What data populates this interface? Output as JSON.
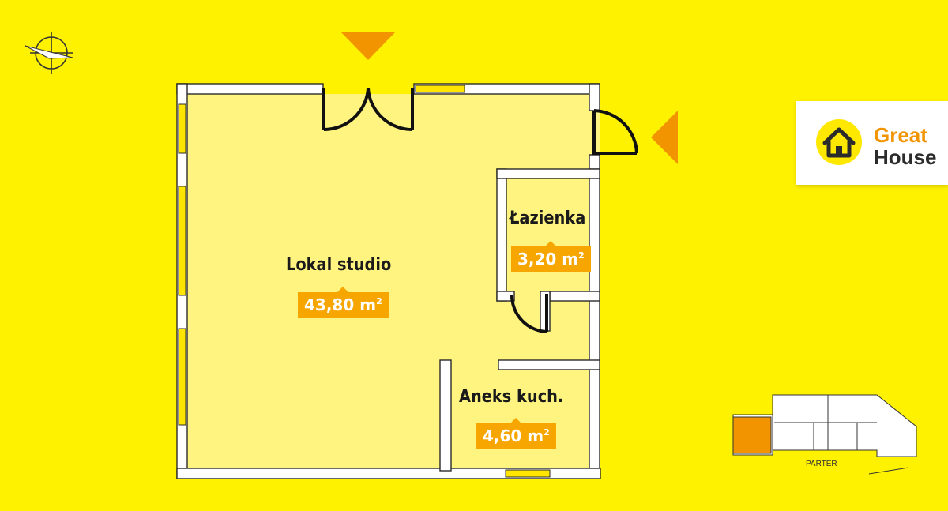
{
  "rooms": [
    {
      "name": "Lokal studio",
      "area": "43,80 m",
      "unit_sup": "2"
    },
    {
      "name": "Łazienka",
      "area": "3,20 m",
      "unit_sup": "2"
    },
    {
      "name": "Aneks kuch.",
      "area": "4,60 m",
      "unit_sup": "2"
    }
  ],
  "logo": {
    "line1": "Great",
    "line2": "House"
  },
  "keymap": {
    "label": "PARTER"
  },
  "colors": {
    "background": "#FFF200",
    "floor": "#FFF480",
    "wall": "#ffffff",
    "badge": "#F7A600",
    "arrow": "#F29400",
    "logo_accent": "#F29400"
  },
  "icons": [
    "compass-icon",
    "entrance-arrow-icon",
    "house-logo-icon"
  ]
}
